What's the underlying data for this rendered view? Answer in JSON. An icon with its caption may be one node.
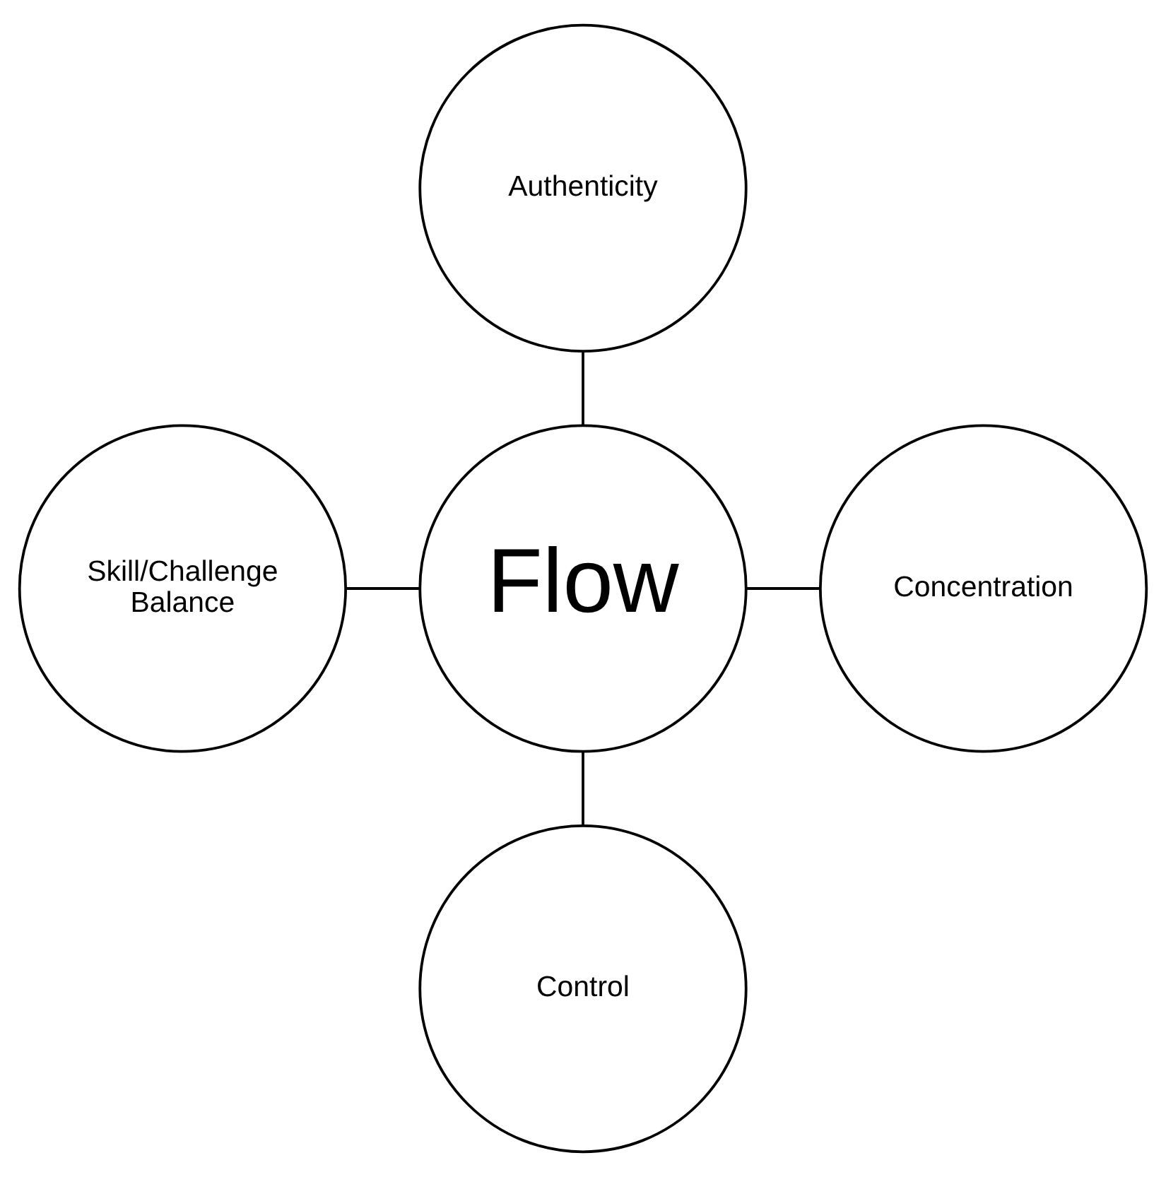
{
  "diagram": {
    "nodes": [
      {
        "text": [
          "Authenticity"
        ]
      },
      {
        "text": [
          "Skill/Challenge Balance"
        ]
      },
      {
        "text": [
          "Flow"
        ]
      },
      {
        "text": [
          "Concentration"
        ]
      },
      {
        "text": [
          "Control"
        ]
      }
    ],
    "edges": [
      {
        "from": 0,
        "to": 2,
        "arrow": "none"
      },
      {
        "from": 1,
        "to": 2,
        "arrow": "none"
      },
      {
        "from": 2,
        "to": 3,
        "arrow": "none"
      },
      {
        "from": 2,
        "to": 4,
        "arrow": "none"
      }
    ]
  }
}
